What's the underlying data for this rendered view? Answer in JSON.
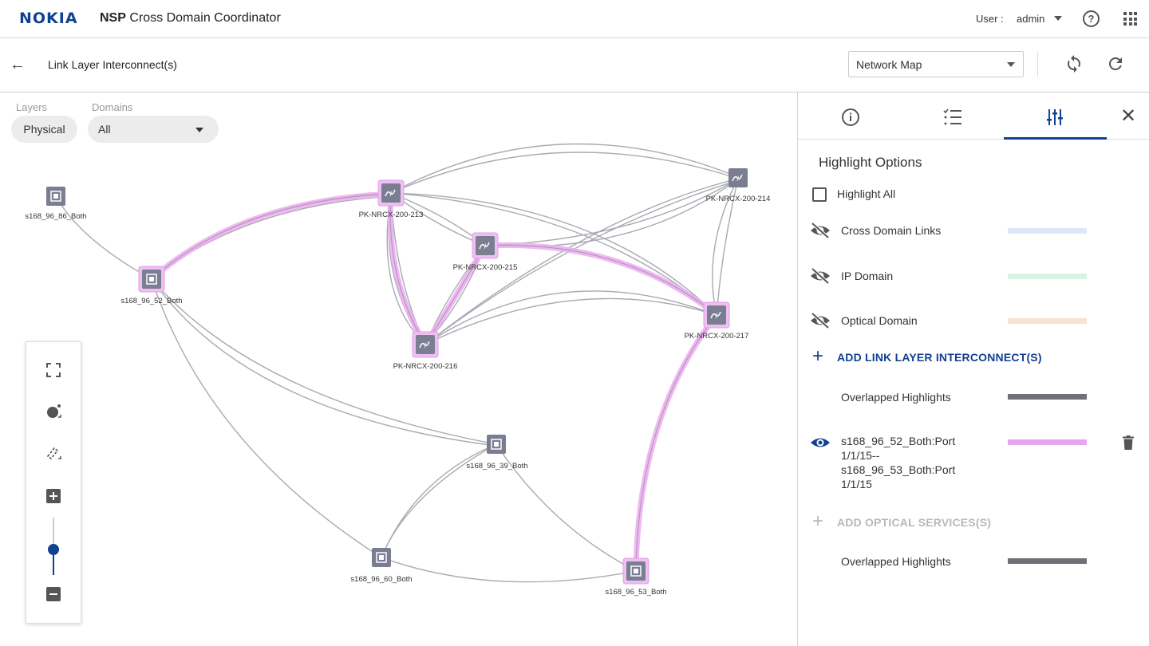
{
  "header": {
    "logo": "NOKIA",
    "app_title_bold": "NSP",
    "app_title_rest": "Cross Domain Coordinator",
    "user_label": "User :",
    "user_name": "admin"
  },
  "subbar": {
    "page_title": "Link Layer Interconnect(s)",
    "view_select": "Network Map"
  },
  "filters": {
    "layers_label": "Layers",
    "layers_value": "Physical",
    "domains_label": "Domains",
    "domains_value": "All"
  },
  "map": {
    "nodes": [
      {
        "label": "s168_96_86_Both",
        "kind": "router",
        "highlighted": false
      },
      {
        "label": "s168_96_52_Both",
        "kind": "router",
        "highlighted": true
      },
      {
        "label": "PK-NRCX-200-213",
        "kind": "optical",
        "highlighted": true
      },
      {
        "label": "PK-NRCX-200-215",
        "kind": "optical",
        "highlighted": true
      },
      {
        "label": "PK-NRCX-200-216",
        "kind": "optical",
        "highlighted": true
      },
      {
        "label": "PK-NRCX-200-214",
        "kind": "optical",
        "highlighted": false
      },
      {
        "label": "PK-NRCX-200-217",
        "kind": "optical",
        "highlighted": true
      },
      {
        "label": "s168_96_39_Both",
        "kind": "router",
        "highlighted": false
      },
      {
        "label": "s168_96_60_Both",
        "kind": "router",
        "highlighted": false
      },
      {
        "label": "s168_96_53_Both",
        "kind": "router",
        "highlighted": true
      }
    ],
    "link_color": "#a9a9b2",
    "highlight_color": "#e9a6ee"
  },
  "toolbar": {
    "icons": [
      "fit-screen-icon",
      "node-layout-icon",
      "link-layout-icon",
      "zoom-in-icon",
      "zoom-slider",
      "zoom-out-icon"
    ],
    "zoom_level": 0.55
  },
  "panel": {
    "tabs": [
      "info-icon",
      "list-icon",
      "tune-icon"
    ],
    "active_tab": 2,
    "heading": "Highlight Options",
    "highlight_all": "Highlight All",
    "domain_items": [
      {
        "label": "Cross Domain Links",
        "color": "#dde8f6",
        "visible": false
      },
      {
        "label": "IP Domain",
        "color": "#d9f2e3",
        "visible": false
      },
      {
        "label": "Optical Domain",
        "color": "#f7e2d4",
        "visible": false
      }
    ],
    "add_lli": "ADD LINK LAYER INTERCONNECT(S)",
    "overlapped_1": "Overlapped Highlights",
    "lli_item": {
      "lines": [
        "s168_96_52_Both:Port",
        "1/1/15--",
        "s168_96_53_Both:Port",
        "1/1/15"
      ],
      "color": "#e9a6ee",
      "visible": true
    },
    "add_optical": "ADD OPTICAL SERVICES(S)",
    "overlapped_2": "Overlapped Highlights",
    "overlap_color": "#707076",
    "accent": "#124191"
  }
}
